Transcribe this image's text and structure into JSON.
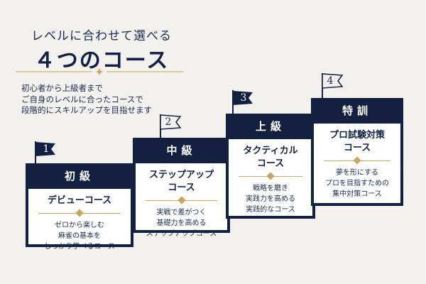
{
  "heading": {
    "subtitle": "レベルに合わせて選べる",
    "title": "４つのコース"
  },
  "intro": {
    "lines": [
      "初心者から上級者まで",
      "ご自身のレベルに合ったコースで",
      "段階的にスキルアップを目指せます"
    ]
  },
  "colors": {
    "navy": "#14203f",
    "gold": "#c8a860",
    "background": "#f3f1ee"
  },
  "courses": [
    {
      "number": "1",
      "level": "初級",
      "title_lines": [
        "デビューコース"
      ],
      "desc_lines": [
        "ゼロから楽しむ",
        "麻雀の基本を",
        "しっかり学べるコース"
      ]
    },
    {
      "number": "2",
      "level": "中級",
      "title_lines": [
        "ステップアップ",
        "コース"
      ],
      "desc_lines": [
        "実戦で差がつく",
        "基礎力を高める",
        "ステップアップコース"
      ]
    },
    {
      "number": "3",
      "level": "上級",
      "title_lines": [
        "タクティカル",
        "コース"
      ],
      "desc_lines": [
        "戦略を磨き",
        "実践力を高める",
        "実践的なコース"
      ]
    },
    {
      "number": "4",
      "level": "特訓",
      "title_lines": [
        "プロ試験対策",
        "コース"
      ],
      "desc_lines": [
        "夢を形にする",
        "プロを目指すための",
        "集中対策コース"
      ]
    }
  ]
}
